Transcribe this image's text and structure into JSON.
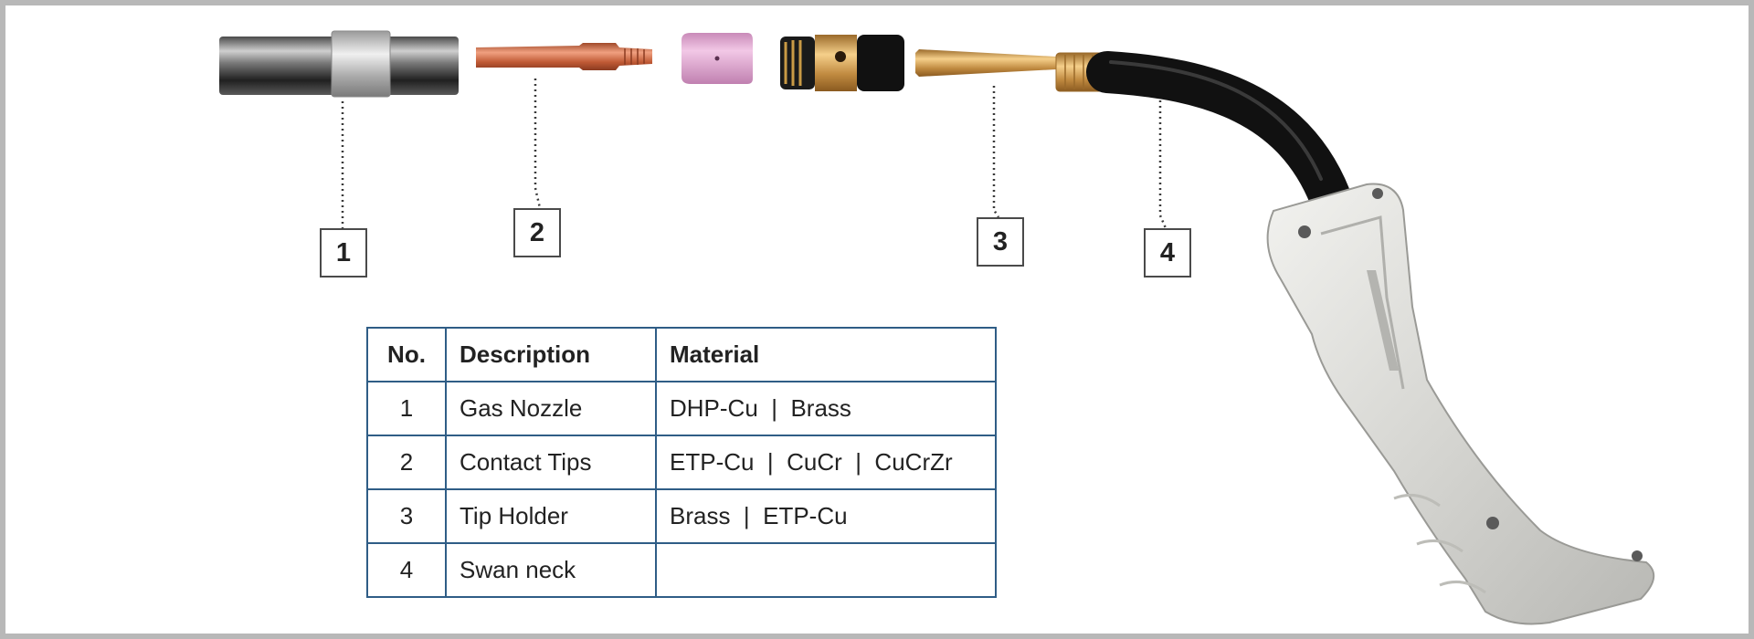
{
  "callouts": [
    "1",
    "2",
    "3",
    "4"
  ],
  "table": {
    "headers": [
      "No.",
      "Description",
      "Material"
    ],
    "rows": [
      {
        "no": "1",
        "description": "Gas Nozzle",
        "material": "DHP-Cu  |  Brass"
      },
      {
        "no": "2",
        "description": "Contact Tips",
        "material": "ETP-Cu  |  CuCr  |  CuCrZr"
      },
      {
        "no": "3",
        "description": "Tip Holder",
        "material": "Brass  |  ETP-Cu"
      },
      {
        "no": "4",
        "description": "Swan neck",
        "material": ""
      }
    ]
  },
  "colors": {
    "table_border": "#2f5d86",
    "copper": "#c96a45",
    "brass": "#c99a45",
    "ceramic_pink": "#dda0cc",
    "handle_grey": "#dcdcd8",
    "hose_black": "#111111"
  }
}
